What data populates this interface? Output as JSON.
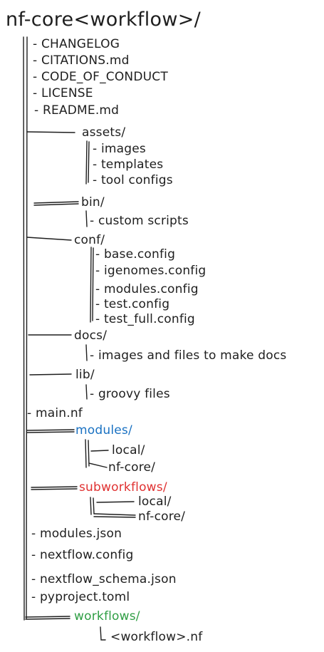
{
  "title": "nf-core<workflow>/",
  "root_files": [
    "- CHANGELOG",
    "- CITATIONS.md",
    "- CODE_OF_CONDUCT",
    "- LICENSE",
    "- README.md"
  ],
  "assets": {
    "label": "assets/",
    "children": [
      "- images",
      "- templates",
      "- tool configs"
    ]
  },
  "bin": {
    "label": "bin/",
    "children": [
      "- custom scripts"
    ]
  },
  "conf": {
    "label": "conf/",
    "children": [
      "- base.config",
      "- igenomes.config",
      "- modules.config",
      "- test.config",
      "- test_full.config"
    ]
  },
  "docs": {
    "label": "docs/",
    "children": [
      "- images and files to make docs"
    ]
  },
  "lib": {
    "label": "lib/",
    "children": [
      "- groovy files"
    ]
  },
  "main_nf": "- main.nf",
  "modules": {
    "label": "modules/",
    "color": "#1971c2",
    "children": [
      "local/",
      "nf-core/"
    ]
  },
  "subworkflows": {
    "label": "subworkflows/",
    "color": "#e03131",
    "children": [
      "local/",
      "nf-core/"
    ]
  },
  "bottom_files": [
    "- modules.json",
    "-   nextflow.config",
    "- nextflow_schema.json",
    "- pyproject.toml"
  ],
  "workflows": {
    "label": "workflows/",
    "color": "#2f9e44",
    "children": [
      "<workflow>.nf"
    ]
  },
  "colors": {
    "ink": "#1e1e1e",
    "modules": "#1971c2",
    "subworkflows": "#e03131",
    "workflows": "#2f9e44"
  }
}
